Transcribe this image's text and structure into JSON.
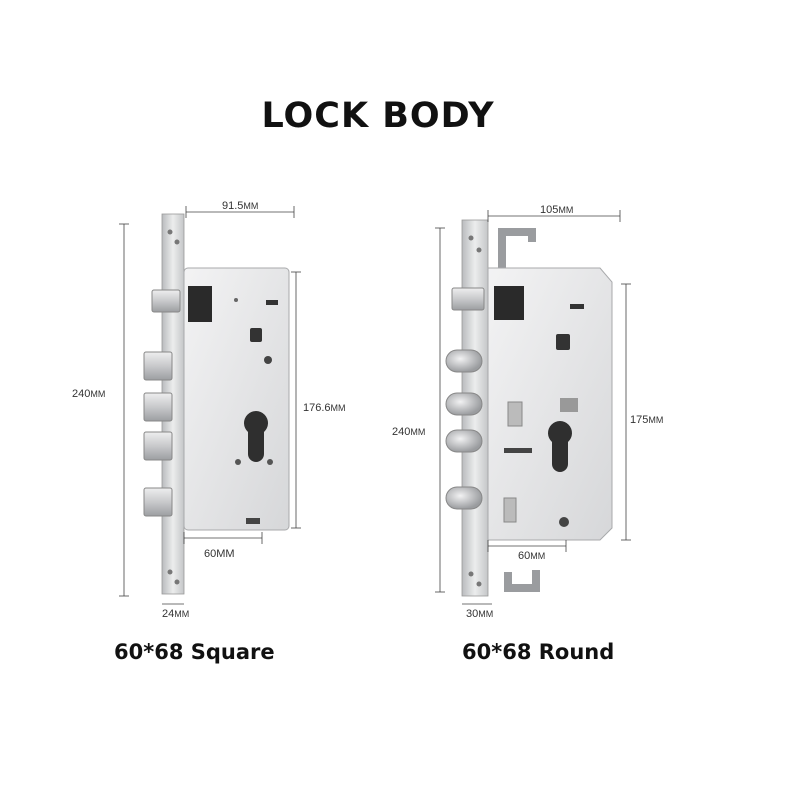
{
  "title": "LOCK BODY",
  "left_lock": {
    "caption": "60*68 Square",
    "dims": {
      "width": {
        "value": "91.5",
        "unit": "MM"
      },
      "height": {
        "value": "240",
        "unit": "MM"
      },
      "case_height": {
        "value": "176.6",
        "unit": "MM"
      },
      "backset": {
        "value": "60",
        "unit": "MM"
      },
      "faceplate": {
        "value": "24",
        "unit": "MM"
      }
    }
  },
  "right_lock": {
    "caption": "60*68 Round",
    "dims": {
      "width": {
        "value": "105",
        "unit": "MM"
      },
      "height": {
        "value": "240",
        "unit": "MM"
      },
      "case_height": {
        "value": "175",
        "unit": "MM"
      },
      "backset": {
        "value": "60",
        "unit": "MM"
      },
      "faceplate": {
        "value": "30",
        "unit": "MM"
      }
    }
  },
  "colors": {
    "steel": "#d9dadc",
    "steel_dark": "#a9abae",
    "line": "#444444"
  }
}
